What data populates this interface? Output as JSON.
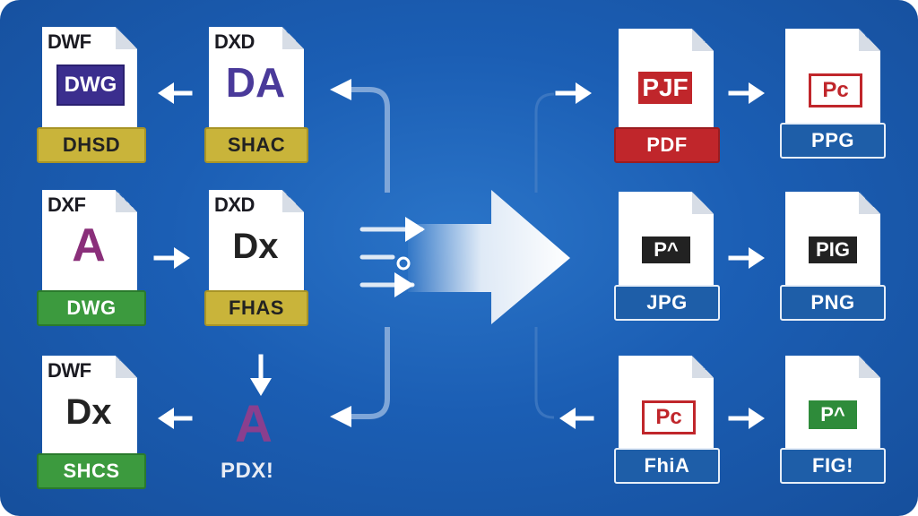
{
  "files": [
    {
      "id": "dwf-1",
      "tag": "DWF",
      "logo": "DWG",
      "logo_style": "box",
      "banner": "DHSD",
      "banner_style": "yellow"
    },
    {
      "id": "dxd-1",
      "tag": "DXD",
      "logo": "DA",
      "logo_style": "letter",
      "banner": "SHAC",
      "banner_style": "yellow"
    },
    {
      "id": "dxf-2",
      "tag": "DXF",
      "logo": "A",
      "logo_style": "letter",
      "banner": "DWG",
      "banner_style": "green"
    },
    {
      "id": "dxd-2",
      "tag": "DXD",
      "logo": "Dx",
      "logo_style": "dark",
      "banner": "FHAS",
      "banner_style": "yellow"
    },
    {
      "id": "dwf-3",
      "tag": "DWF",
      "logo": "Dx",
      "logo_style": "dark",
      "banner": "SHCS",
      "banner_style": "green"
    },
    {
      "id": "pdf",
      "tag": "",
      "logo": "PJF",
      "logo_style": "red",
      "banner": "PDF",
      "banner_style": "red"
    },
    {
      "id": "ppg",
      "tag": "",
      "logo": "Pc",
      "logo_style": "redlight",
      "banner": "PPG",
      "banner_style": "blue"
    },
    {
      "id": "jpg",
      "tag": "",
      "logo": "P^",
      "logo_style": "black",
      "banner": "JPG",
      "banner_style": "blue"
    },
    {
      "id": "png",
      "tag": "",
      "logo": "PIG",
      "logo_style": "black",
      "banner": "PNG",
      "banner_style": "blue"
    },
    {
      "id": "fhia",
      "tag": "",
      "logo": "Pc",
      "logo_style": "redlight",
      "banner": "FhiA",
      "banner_style": "blue"
    },
    {
      "id": "fig",
      "tag": "",
      "logo": "P^",
      "logo_style": "green",
      "banner": "FIG!",
      "banner_style": "blue"
    }
  ],
  "standalone": {
    "logo": "A",
    "label": "PDX!"
  },
  "colors": {
    "background": "#1b5eb4",
    "yellow_banner": "#c9b43a",
    "green_banner": "#3c9a3e",
    "red_banner": "#c0262b",
    "blue_banner": "#1e5ea8",
    "arrow": "#ffffff"
  }
}
